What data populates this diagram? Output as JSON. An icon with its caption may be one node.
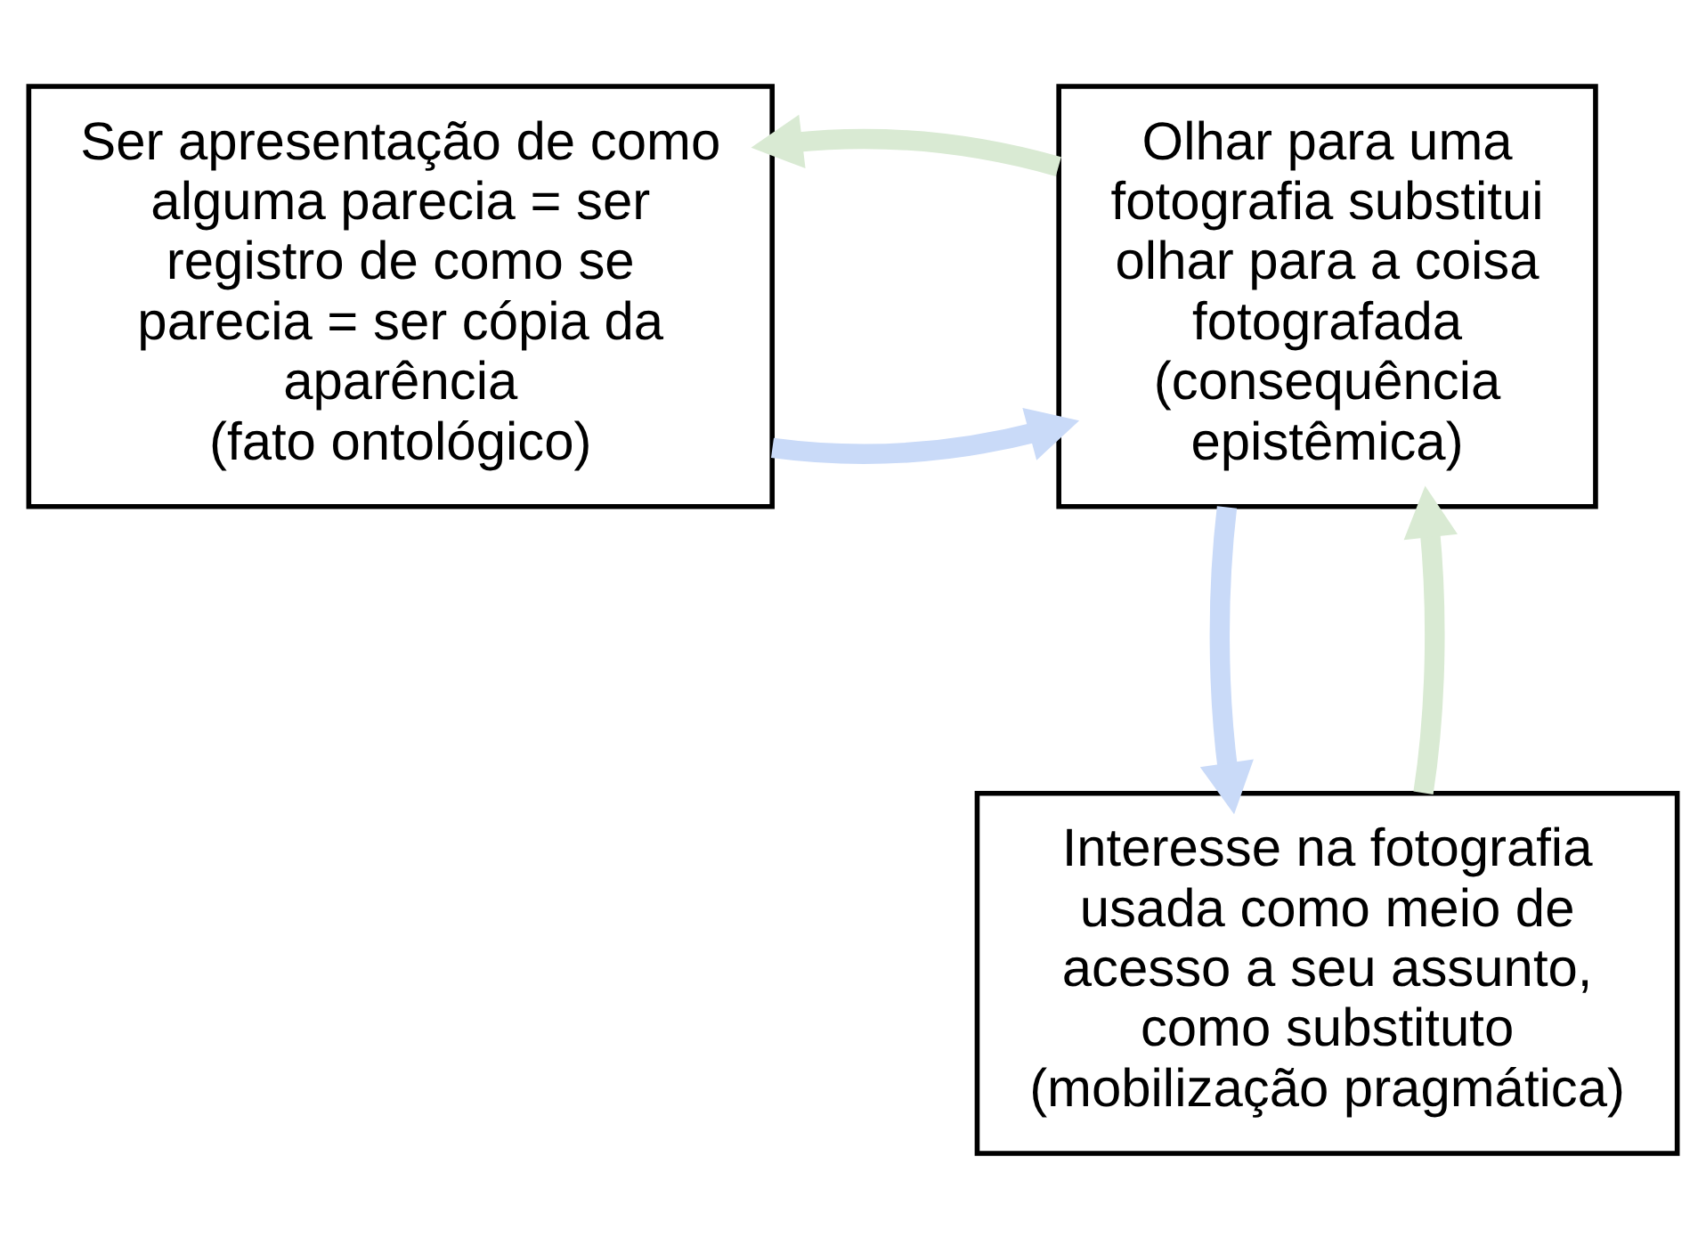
{
  "diagram": {
    "nodes": [
      {
        "text": [
          "Ser apresentação de como alguma parecia = ser registro de como se parecia = ser cópia da aparência",
          "(fato ontológico)"
        ]
      },
      {
        "text": [
          "Olhar para uma fotografia substitui olhar para a coisa fotografada",
          "(consequência epistêmica)"
        ]
      },
      {
        "text": [
          "Interesse na fotografia usada como meio de acesso a seu assunto, como substituto",
          "(mobilização pragmática)"
        ]
      }
    ],
    "edges": [
      {
        "from": 0,
        "to": 1,
        "arrow": "to",
        "color": "#c9daf8"
      },
      {
        "from": 1,
        "to": 0,
        "arrow": "to",
        "color": "#d9ead3"
      },
      {
        "from": 2,
        "to": 1,
        "arrow": "to",
        "color": "#d9ead3"
      },
      {
        "from": 1,
        "to": 2,
        "arrow": "to",
        "color": "#c9daf8"
      }
    ]
  }
}
